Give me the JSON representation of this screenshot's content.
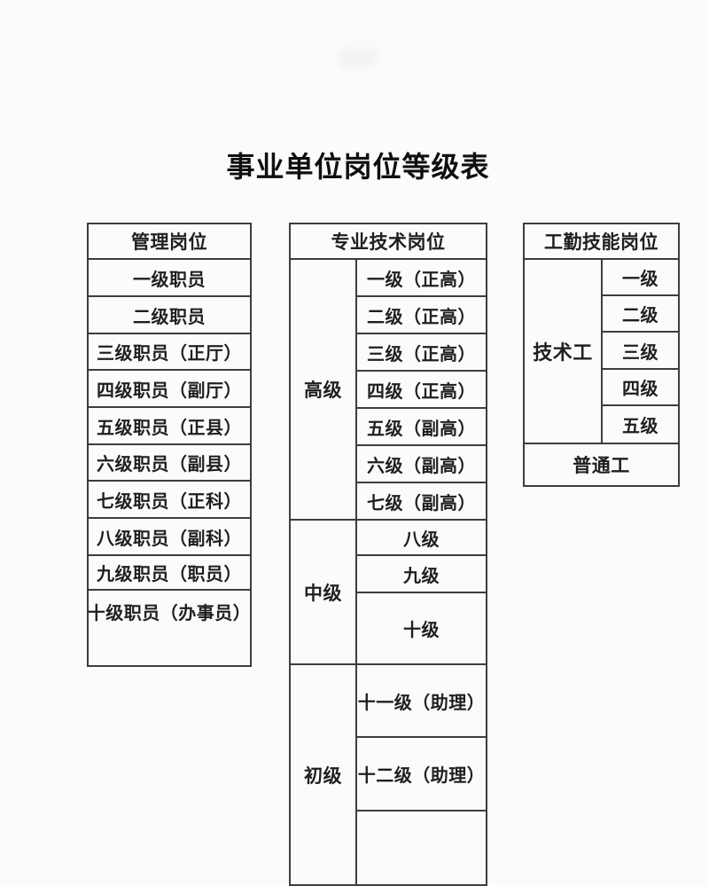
{
  "page": {
    "title": "事业单位岗位等级表",
    "background": "#fbfbfb",
    "border_color": "#3d3d3d",
    "text_color": "#1f1f1f"
  },
  "tables": {
    "management": {
      "header": "管理岗位",
      "rows": [
        "一级职员",
        "二级职员",
        "三级职员（正厅）",
        "四级职员（副厅）",
        "五级职员（正县）",
        "六级职员（副县）",
        "七级职员（正科）",
        "八级职员（副科）",
        "九级职员（职员）",
        "十级职员（办事员）"
      ]
    },
    "professional": {
      "header": "专业技术岗位",
      "sections": [
        {
          "label": "高级",
          "rows": [
            "一级（正高）",
            "二级（正高）",
            "三级（正高）",
            "四级（正高）",
            "五级（副高）",
            "六级（副高）",
            "七级（副高）"
          ]
        },
        {
          "label": "中级",
          "rows": [
            "八级",
            "九级",
            "十级"
          ]
        },
        {
          "label": "初级",
          "rows": [
            "十一级（助理）",
            "十二级（助理）",
            ""
          ]
        }
      ]
    },
    "worker": {
      "header": "工勤技能岗位",
      "group_label": "技术工",
      "rows": [
        "一级",
        "二级",
        "三级",
        "四级",
        "五级"
      ],
      "footer": "普通工"
    }
  }
}
